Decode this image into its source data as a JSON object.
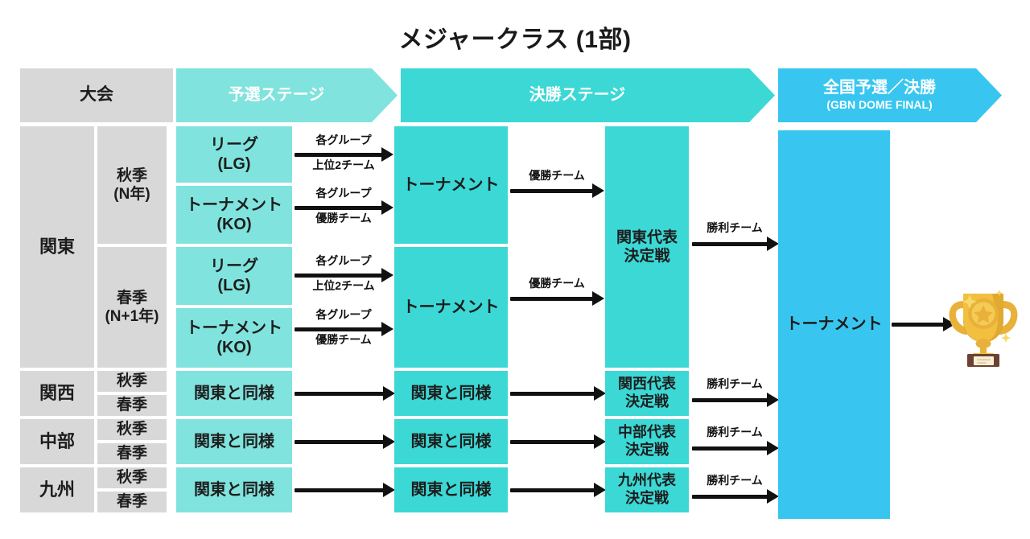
{
  "title": "メジャークラス (1部)",
  "header": {
    "col_tournament": "大会",
    "col_prelim": "予選ステージ",
    "col_final_stage": "決勝ステージ",
    "col_national": "全国予選／決勝",
    "col_national_sub": "(GBN DOME FINAL)"
  },
  "regions": {
    "kanto": "関東",
    "kansai": "関西",
    "chubu": "中部",
    "kyushu": "九州"
  },
  "seasons": {
    "autumn_n": "秋季\n(N年)",
    "autumn_n_l1": "秋季",
    "autumn_n_l2": "(N年)",
    "spring_n1_l1": "春季",
    "spring_n1_l2": "(N+1年)",
    "autumn": "秋季",
    "spring": "春季"
  },
  "prelim": {
    "league_l1": "リーグ",
    "league_l2": "(LG)",
    "knockout_l1": "トーナメント",
    "knockout_l2": "(KO)",
    "same_as_kanto": "関東と同様"
  },
  "final_stage": {
    "tournament": "トーナメント",
    "same_as_kanto": "関東と同様"
  },
  "reps": {
    "kanto_l1": "関東代表",
    "kanto_l2": "決定戦",
    "kansai_l1": "関西代表",
    "kansai_l2": "決定戦",
    "chubu_l1": "中部代表",
    "chubu_l2": "決定戦",
    "kyushu_l1": "九州代表",
    "kyushu_l2": "決定戦"
  },
  "national": {
    "tournament": "トーナメント"
  },
  "arrow_labels": {
    "group_top2_l1": "各グループ",
    "group_top2_l2": "上位2チーム",
    "group_winner_l1": "各グループ",
    "group_winner_l2": "優勝チーム",
    "winner_team": "優勝チーム",
    "victor_team": "勝利チーム"
  },
  "icons": {
    "trophy": "trophy-icon"
  },
  "colors": {
    "gray": "#d8d8d8",
    "teal_light": "#80e3dd",
    "teal_dark": "#3bd8d5",
    "blue": "#38c6f0",
    "arrow": "#111111",
    "trophy_gold": "#f0b93b"
  }
}
